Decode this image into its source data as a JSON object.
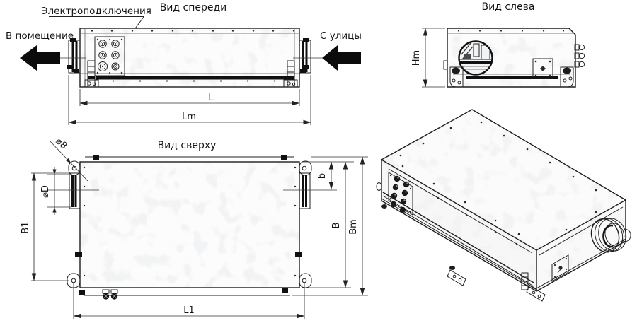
{
  "front": {
    "title": "Вид спереди",
    "electrical_label": "Электроподключения",
    "room_label": "В помещение",
    "street_label": "С улицы",
    "dim_l": "L",
    "dim_lm": "Lm"
  },
  "left": {
    "title": "Вид слева",
    "dim_hm": "Hm"
  },
  "top": {
    "title": "Вид сверху",
    "dim_d8": "⌀8",
    "dim_dd": "⌀D",
    "dim_b1": "B1",
    "dim_b": "b",
    "dim_b_big": "B",
    "dim_bm": "Bm",
    "dim_l1": "L1"
  },
  "colors": {
    "line": "#222222",
    "dimension": "#333333",
    "arrow_fill": "#0b0b0b",
    "metal_light": "#f6f6f6",
    "metal_mottle": "#e4e6e8"
  }
}
